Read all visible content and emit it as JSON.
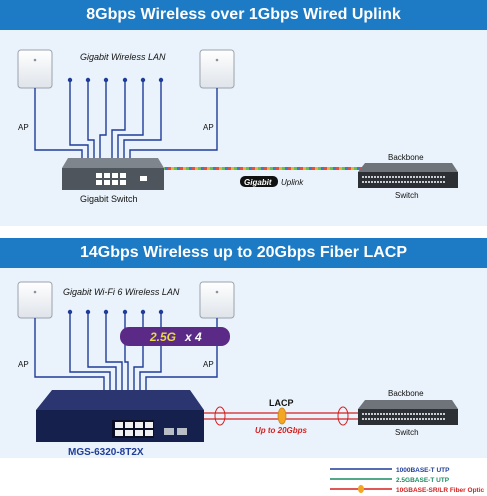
{
  "section1": {
    "title": "8Gbps Wireless over 1Gbps Wired Uplink",
    "wireless_label": "Gigabit Wireless LAN",
    "ap_left": "AP",
    "ap_right": "AP",
    "switch_label": "Gigabit Switch",
    "uplink_badge": "Gigabit",
    "uplink_label": "Uplink",
    "backbone_top": "Backbone",
    "backbone_bottom": "Switch"
  },
  "section2": {
    "title": "14Gbps Wireless up to 20Gbps Fiber LACP",
    "wireless_label": "Gigabit Wi-Fi 6 Wireless LAN",
    "ap_left": "AP",
    "ap_right": "AP",
    "badge_speed": "2.5G",
    "badge_mult": "x 4",
    "switch_model": "MGS-6320-8T2X",
    "lacp_label": "LACP",
    "lacp_speed": "Up to 20Gbps",
    "backbone_top": "Backbone",
    "backbone_bottom": "Switch"
  },
  "legend": {
    "items": [
      {
        "label": "1000BASE-T UTP",
        "color": "#1f3c99"
      },
      {
        "label": "2.5GBASE-T UTP",
        "color": "#1c8c63"
      },
      {
        "label": "10GBASE-SR/LR Fiber Optic",
        "color": "#d42020"
      }
    ]
  },
  "colors": {
    "header": "#1c7bc4",
    "panel": "#eaf3fb",
    "utp_1g": "#1f3c99",
    "utp_25g": "#1c8c63",
    "fiber": "#d42020",
    "badge": "#5b2a86"
  }
}
